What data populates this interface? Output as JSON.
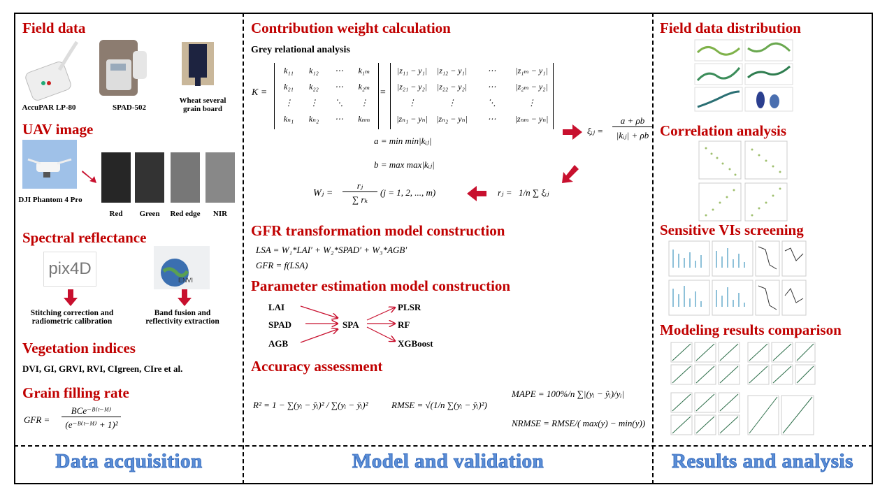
{
  "left": {
    "field_data_title": "Field data",
    "devices": [
      "AccuPAR LP-80",
      "SPAD-502",
      "Wheat several grain board"
    ],
    "uav_title": "UAV image",
    "drone_label": "DJI Phantom 4 Pro",
    "bands": [
      "Red",
      "Green",
      "Red edge",
      "NIR"
    ],
    "spectral_title": "Spectral reflectance",
    "pix4d_logo": "pix4D",
    "envi_logo": "ENVI",
    "step_left": "Stitching correction and radiometric calibration",
    "step_right": "Band fusion and reflectivity extraction",
    "vi_title": "Vegetation indices",
    "vi_list": "DVI, GI, GRVI, RVI, CIgreen, CIre et al.",
    "gfr_title": "Grain filling rate",
    "gfr_formula_lhs": "GFR =",
    "gfr_formula_num": "BCe⁻ᴮ⁽ᵗ⁻ᴹ⁾",
    "gfr_formula_den": "(e⁻ᴮ⁽ᵗ⁻ᴹ⁾ + 1)²"
  },
  "middle": {
    "cwc_title": "Contribution weight calculation",
    "gra_label": "Grey relational analysis",
    "k_lhs": "K =",
    "k_rows": [
      [
        "k₁₁",
        "k₁₂",
        "⋯",
        "k₁ₘ"
      ],
      [
        "k₂₁",
        "k₂₂",
        "⋯",
        "k₂ₘ"
      ],
      [
        "⋮",
        "⋮",
        "⋱",
        "⋮"
      ],
      [
        "kₙ₁",
        "kₙ₂",
        "⋯",
        "kₙₘ"
      ]
    ],
    "z_rows": [
      [
        "|z₁₁ − y₁|",
        "|z₁₂ − y₁|",
        "⋯",
        "|z₁ₘ − y₁|"
      ],
      [
        "|z₂₁ − y₂|",
        "|z₂₂ − y₂|",
        "⋯",
        "|z₂ₘ − y₂|"
      ],
      [
        "⋮",
        "⋮",
        "⋱",
        "⋮"
      ],
      [
        "|zₙ₁ − yₙ|",
        "|zₙ₂ − yₙ|",
        "⋯",
        "|zₙₘ − yₙ|"
      ]
    ],
    "a_eq": "a = min min|kᵢⱼ|",
    "b_eq": "b = max max|kᵢⱼ|",
    "xi_lhs": "ξᵢⱼ =",
    "xi_num": "a + ρb",
    "xi_den": "|kᵢⱼ| + ρb",
    "r_lhs": "rⱼ =",
    "r_rhs": "1/n ∑ ξᵢⱼ",
    "w_lhs": "Wⱼ =",
    "w_num": "rⱼ",
    "w_den": "∑ rₖ",
    "w_tail": "(j = 1, 2, ..., m)",
    "gfr_model_title": "GFR transformation model construction",
    "lsa_eq": "LSA = W₁*LAI′ + W₂*SPAD′ + W₃*AGB′",
    "gfr_eq": "GFR = f(LSA)",
    "param_title": "Parameter estimation model construction",
    "inputs": [
      "LAI",
      "SPAD",
      "AGB"
    ],
    "spa": "SPA",
    "models": [
      "PLSR",
      "RF",
      "XGBoost"
    ],
    "acc_title": "Accuracy assessment",
    "r2_eq": "R² = 1 − ∑(yᵢ − ŷᵢ)² / ∑(yᵢ − ȳᵢ)²",
    "rmse_eq": "RMSE = √(1/n ∑(yᵢ − ŷᵢ)²)",
    "mape_eq": "MAPE = 100%/n ∑|(yᵢ − ŷᵢ)/yᵢ|",
    "nrmse_eq": "NRMSE = RMSE/( max(y) − min(y))"
  },
  "right": {
    "dist_title": "Field data distribution",
    "corr_title": "Correlation analysis",
    "vis_title": "Sensitive VIs screening",
    "model_title": "Modeling results comparison"
  },
  "footer": {
    "left": "Data acquisition",
    "middle": "Model and validation",
    "right": "Results and analysis"
  },
  "colors": {
    "section_title": "#c00000",
    "footer_text": "#5b8ed6",
    "arrow": "#c8102e"
  }
}
